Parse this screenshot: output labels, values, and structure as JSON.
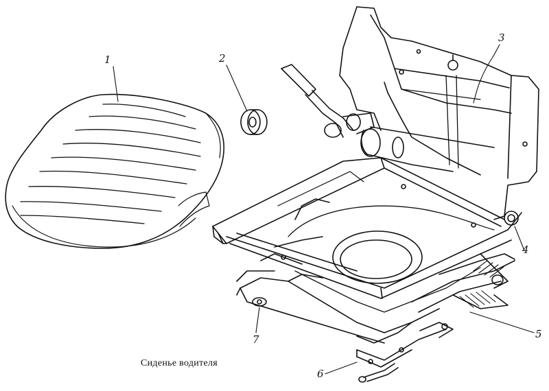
{
  "caption": "Сиденье водителя",
  "callouts": {
    "c1": "1",
    "c2": "2",
    "c3": "3",
    "c4": "4",
    "c5": "5",
    "c6": "6",
    "c7": "7"
  },
  "colors": {
    "ink": "#111111",
    "paper": "#ffffff"
  }
}
